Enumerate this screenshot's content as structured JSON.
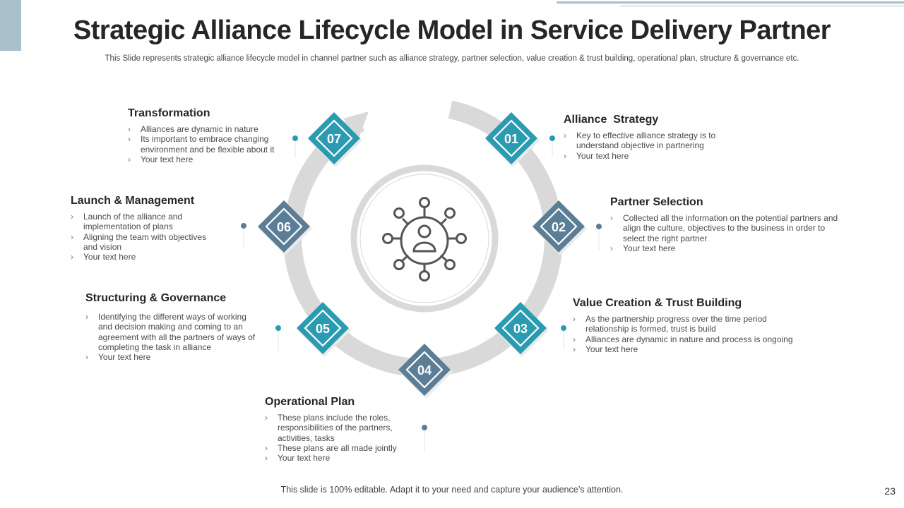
{
  "title": "Strategic Alliance Lifecycle Model in Service Delivery Partner",
  "subtitle": "This Slide represents strategic alliance lifecycle model in channel partner such as alliance strategy, partner selection, value creation & trust building, operational plan, structure & governance etc.",
  "colors": {
    "teal": "#2a9bb0",
    "slate": "#5b7e96",
    "ring": "#d9d9d9",
    "accent": "#a9bfc9"
  },
  "center_icon": "network-person-icon",
  "stages": [
    {
      "number": "01",
      "title": "Alliance  Strategy",
      "points": [
        "Key to effective alliance strategy is to understand objective in partnering",
        "Your text here"
      ]
    },
    {
      "number": "02",
      "title": "Partner Selection",
      "points": [
        "Collected all the information on the potential partners and align the culture, objectives to the business in order to select the right partner",
        "Your text here"
      ]
    },
    {
      "number": "03",
      "title": "Value Creation & Trust Building",
      "points": [
        "As the partnership progress over the time period relationship is formed, trust is build",
        "Alliances are dynamic in nature and process is ongoing",
        "Your text here"
      ]
    },
    {
      "number": "04",
      "title": "Operational Plan",
      "points": [
        "These plans include the roles, responsibilities of the partners, activities, tasks",
        "These plans are all made jointly",
        "Your text here"
      ]
    },
    {
      "number": "05",
      "title": "Structuring & Governance",
      "points": [
        "Identifying the different ways of working and decision making and coming to an agreement with all the partners of ways of completing the task in alliance",
        "Your text here"
      ]
    },
    {
      "number": "06",
      "title": "Launch & Management",
      "points": [
        "Launch of the alliance and implementation of plans",
        "Aligning the team with objectives and vision",
        "Your text here"
      ]
    },
    {
      "number": "07",
      "title": "Transformation",
      "points": [
        "Alliances are dynamic in nature",
        "Its important to embrace changing environment and be flexible about it",
        "Your text here"
      ]
    }
  ],
  "footer": "This slide is 100% editable. Adapt it to your need and capture your audience’s attention.",
  "page_number": "23"
}
